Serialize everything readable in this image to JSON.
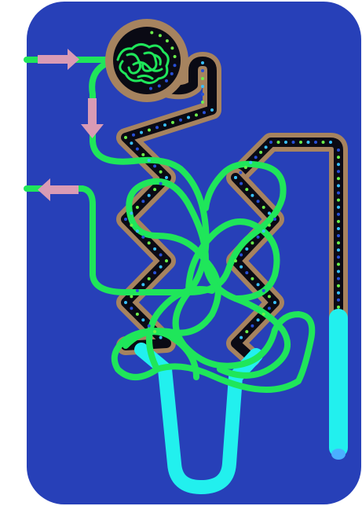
{
  "diagram": {
    "background": "#ffffff",
    "panel_color": "#2740b8",
    "tubule_wall": "#a6835f",
    "tubule_lumen": "#0a0a14",
    "capillary": "#1fe65a",
    "loop": "#22f0ee",
    "arrow": "#d99bb5",
    "dots": [
      "#38c0ff",
      "#2850d8",
      "#6cf04a"
    ],
    "arrows": [
      {
        "name": "afferent-arrow",
        "direction": "right"
      },
      {
        "name": "efferent-down-arrow",
        "direction": "down"
      },
      {
        "name": "efferent-out-arrow",
        "direction": "left"
      }
    ],
    "structures": [
      "glomerulus",
      "bowman-capsule",
      "proximal-tubule",
      "loop-of-henle",
      "distal-tubule",
      "collecting-duct",
      "peritubular-capillaries"
    ]
  }
}
